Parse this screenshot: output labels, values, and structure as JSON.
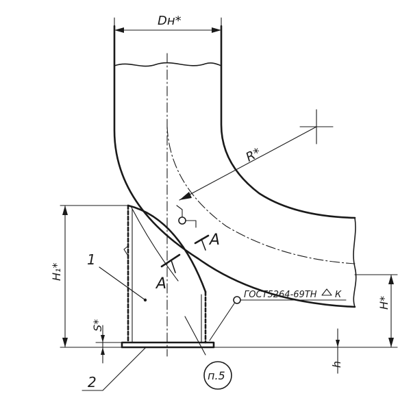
{
  "labels": {
    "diameter": "Dн*",
    "radius": "R*",
    "section_left": "A",
    "section_right": "A",
    "height_1": "H₁*",
    "height": "H*",
    "thickness": "S*",
    "callout_1": "1",
    "callout_2": "2",
    "note_ref": "п.5",
    "gap": "h",
    "weld_standard": "ГОСТ5264-69ТН",
    "weld_leg": "К"
  }
}
